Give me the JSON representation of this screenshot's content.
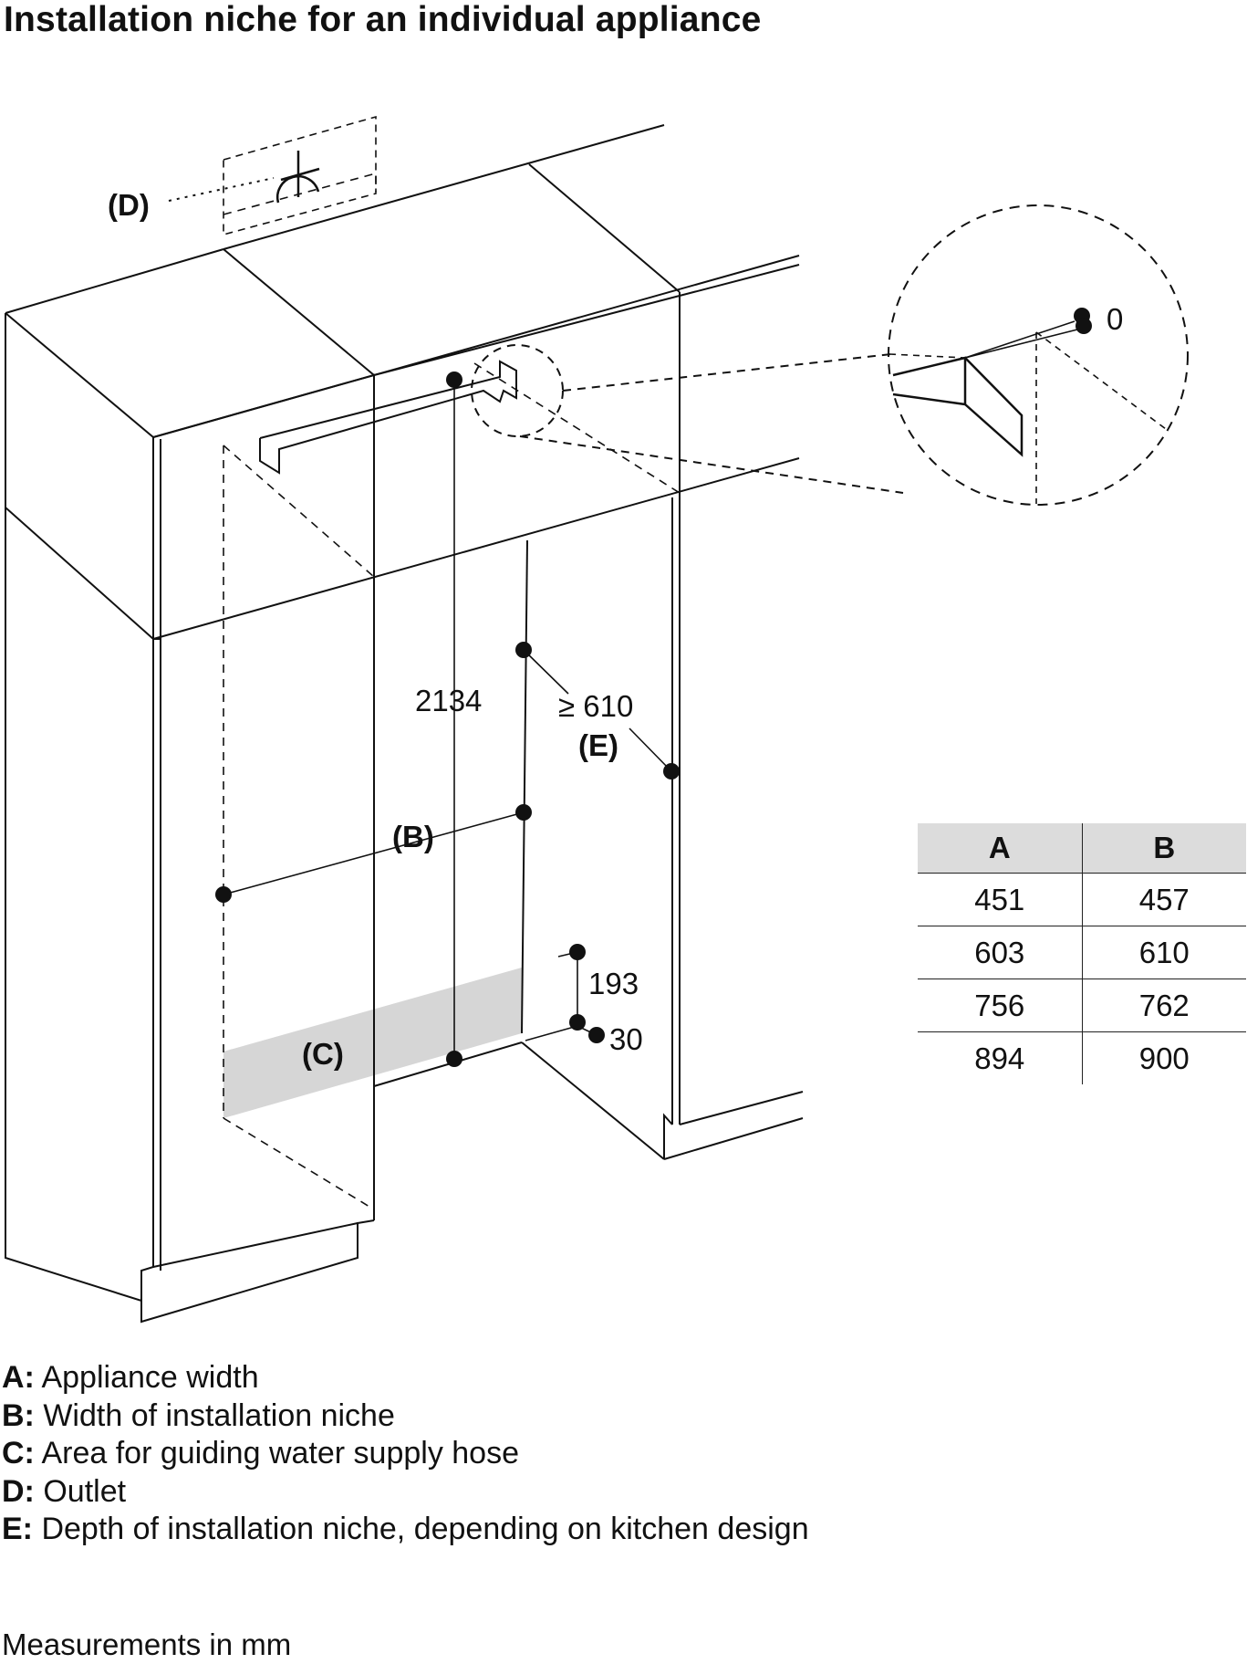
{
  "title": "Installation niche for an individual appliance",
  "callouts": {
    "D": {
      "key": "D",
      "text": "(D)"
    },
    "B": {
      "key": "B",
      "text": "(B)"
    },
    "C": {
      "key": "C",
      "text": "(C)"
    },
    "E": {
      "key": "E",
      "text": "(E)"
    }
  },
  "dimensions": {
    "height": "2134",
    "depth_min": "≥ 610",
    "hose_area_height": "193",
    "floor_offset": "30",
    "detail_offset": "0"
  },
  "table": {
    "headers": [
      "A",
      "B"
    ],
    "rows": [
      [
        "451",
        "457"
      ],
      [
        "603",
        "610"
      ],
      [
        "756",
        "762"
      ],
      [
        "894",
        "900"
      ]
    ]
  },
  "legend": [
    {
      "key": "A:",
      "text": " Appliance width"
    },
    {
      "key": "B:",
      "text": " Width of installation niche"
    },
    {
      "key": "C:",
      "text": " Area for guiding water supply hose"
    },
    {
      "key": "D:",
      "text": " Outlet"
    },
    {
      "key": "E:",
      "text": " Depth of installation niche, depending on kitchen design"
    }
  ],
  "units_note": "Measurements in mm"
}
